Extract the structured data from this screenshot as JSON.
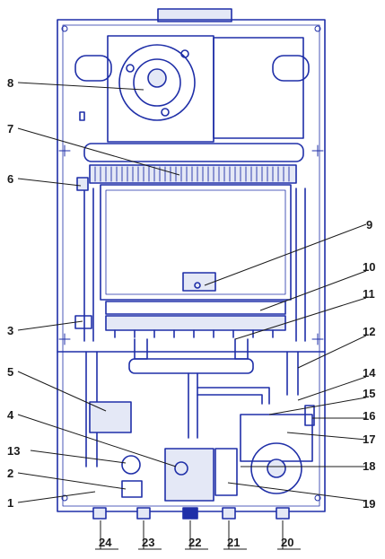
{
  "figure": {
    "line_color": "#1f2fa8",
    "fill_color": "#e4e8f6",
    "label_color": "#1b1b1b"
  },
  "callouts": {
    "c1": "1",
    "c2": "2",
    "c3": "3",
    "c4": "4",
    "c5": "5",
    "c6": "6",
    "c7": "7",
    "c8": "8",
    "c9": "9",
    "c10": "10",
    "c11": "11",
    "c12": "12",
    "c13": "13",
    "c14": "14",
    "c15": "15",
    "c16": "16",
    "c17": "17",
    "c18": "18",
    "c19": "19",
    "c20": "20",
    "c21": "21",
    "c22": "22",
    "c23": "23",
    "c24": "24"
  }
}
